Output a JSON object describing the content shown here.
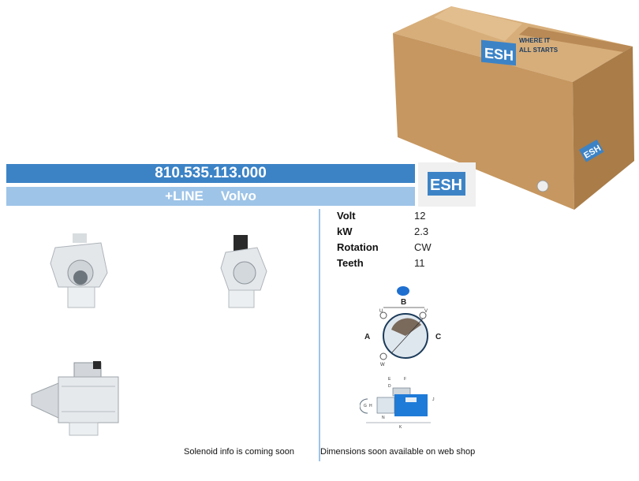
{
  "product": {
    "part_number": "810.535.113.000",
    "line": "+LINE",
    "make": "Volvo"
  },
  "brand": {
    "box_slogan_line1": "WHERE IT",
    "box_slogan_line2": "ALL STARTS",
    "colors": {
      "primary": "#3c83c6",
      "light": "#9ec4e8",
      "box": "#c89a62"
    }
  },
  "specs": [
    {
      "label": "Volt",
      "value": "12"
    },
    {
      "label": "kW",
      "value": "2.3"
    },
    {
      "label": "Rotation",
      "value": "CW"
    },
    {
      "label": "Teeth",
      "value": "11"
    }
  ],
  "diagram": {
    "labels": {
      "a": "A",
      "b": "B",
      "c": "C",
      "u": "U",
      "v": "V",
      "w": "W",
      "e": "E",
      "d": "D",
      "f": "F",
      "g": "G",
      "h": "H",
      "j": "J",
      "n": "N",
      "k": "K"
    }
  },
  "captions": {
    "solenoid": "Solenoid info is coming soon",
    "dimensions": "Dimensions soon available on web shop"
  },
  "icons": [
    "esh-logo-icon",
    "starter-motor-front-image",
    "starter-motor-rear-image",
    "starter-motor-side-image",
    "cardboard-box-image",
    "flange-diagram",
    "dimension-diagram"
  ]
}
